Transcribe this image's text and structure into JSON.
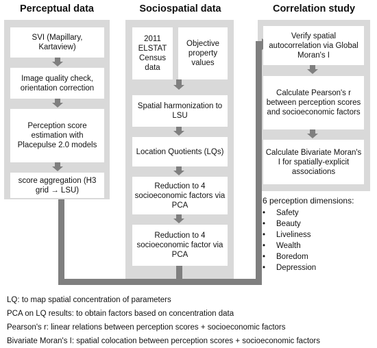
{
  "columns": {
    "perceptual": {
      "title": "Perceptual data",
      "steps": [
        "SVI (Mapillary, Kartaview)",
        "Image quality check, orientation correction",
        "Perception score estimation with Placepulse 2.0 models",
        "score aggregation (H3 grid → LSU)"
      ]
    },
    "sociospatial": {
      "title": "Sociospatial data",
      "inputs": [
        "2011 ELSTAT Census data",
        "Objective property values"
      ],
      "steps": [
        "Spatial harmonization to LSU",
        "Location Quotients (LQs)",
        "Reduction to 4 socioeconomic factors via PCA",
        "Reduction to 4 socioeconomic factor via PCA"
      ]
    },
    "correlation": {
      "title": "Correlation study",
      "steps": [
        "Verify spatial autocorrelation via Global Moran's I",
        "Calculate Pearson's r between perception scores and socioeconomic factors",
        "Calculate Bivariate Moran's I  for spatially-explicit associations"
      ]
    }
  },
  "dimensions": {
    "title": "6 perception dimensions:",
    "bullet": "•",
    "items": [
      "Safety",
      "Beauty",
      "Liveliness",
      "Wealth",
      "Boredom",
      "Depression"
    ]
  },
  "notes": [
    "LQ: to map spatial concentration of parameters",
    "PCA on LQ results: to obtain factors based on concentration data",
    "Pearson's r: linear relations between perception scores + socioeconomic factors",
    "Bivariate Moran's I:  spatial colocation between perception scores + socioeconomic factors"
  ],
  "colors": {
    "panel": "#d9d9d9",
    "box": "#ffffff",
    "arrow": "#7f7f7f"
  }
}
